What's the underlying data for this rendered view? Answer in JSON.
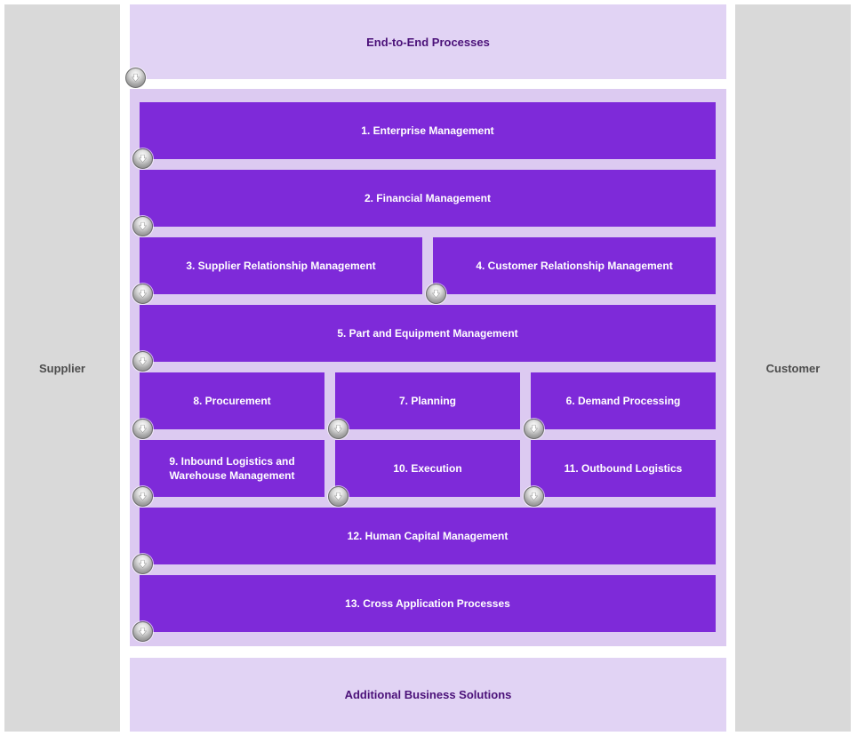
{
  "palette": {
    "side_panel_bg": "#d9d9d9",
    "side_panel_text": "#4d4d4d",
    "banner_bg": "#e1d3f4",
    "banner_text": "#4b1179",
    "container_bg": "#dccaf1",
    "process_box_bg": "#7e2ad9",
    "process_box_text": "#ffffff",
    "expand_icon": "gray sphere with white down arrow"
  },
  "side_panels": {
    "left": {
      "label": "Supplier"
    },
    "right": {
      "label": "Customer"
    }
  },
  "banners": {
    "top": {
      "label": "End-to-End Processes"
    },
    "bottom": {
      "label": "Additional Business Solutions"
    }
  },
  "icons": {
    "expand": "circle-down-arrow"
  },
  "diagram": {
    "rows": [
      {
        "boxes": [
          {
            "label": "1. Enterprise Management"
          }
        ]
      },
      {
        "boxes": [
          {
            "label": "2. Financial Management"
          }
        ]
      },
      {
        "boxes": [
          {
            "label": "3. Supplier Relationship Management"
          },
          {
            "label": "4. Customer Relationship Management"
          }
        ]
      },
      {
        "boxes": [
          {
            "label": "5. Part and Equipment Management"
          }
        ]
      },
      {
        "boxes": [
          {
            "label": "8. Procurement"
          },
          {
            "label": "7. Planning"
          },
          {
            "label": "6. Demand Processing"
          }
        ]
      },
      {
        "boxes": [
          {
            "label": "9. Inbound Logistics and Warehouse Management"
          },
          {
            "label": "10. Execution"
          },
          {
            "label": "11. Outbound Logistics"
          }
        ]
      },
      {
        "boxes": [
          {
            "label": "12. Human Capital Management"
          }
        ]
      },
      {
        "boxes": [
          {
            "label": "13. Cross Application Processes"
          }
        ]
      }
    ]
  }
}
